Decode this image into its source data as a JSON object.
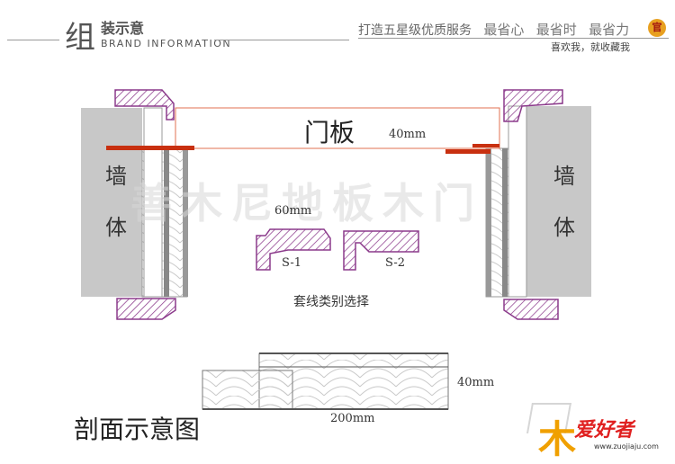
{
  "header": {
    "title_big": "组",
    "title_small": "装示意",
    "title_en": "BRAND INFORMATION",
    "slogan": "打造五星级优质服务",
    "slogan_b1": "最省心",
    "slogan_b2": "最省时",
    "slogan_b3": "最省力",
    "badge": "官",
    "sub": "喜欢我，就收藏我"
  },
  "diagram": {
    "door_panel_label": "门板",
    "door_thickness_label": "40mm",
    "wall_left": [
      "墙",
      "体"
    ],
    "wall_right": [
      "墙",
      "体"
    ],
    "casing_width_label": "60mm",
    "casing_s1": "S-1",
    "casing_s2": "S-2",
    "casing_type_label": "套线类别选择",
    "watermark": "善木尼地板木门",
    "section_thickness_label": "40mm",
    "section_width_label": "200mm",
    "section_title": "剖面示意图"
  },
  "logo": {
    "char": "木",
    "text": "爱好者",
    "url": "www.zuojiaju.com"
  },
  "colors": {
    "wall": "#c8c8c8",
    "casing": "#8b3a8b",
    "door_line": "#e07050",
    "red_bar": "#c83010",
    "wood_lines": "#bbbbbb"
  }
}
